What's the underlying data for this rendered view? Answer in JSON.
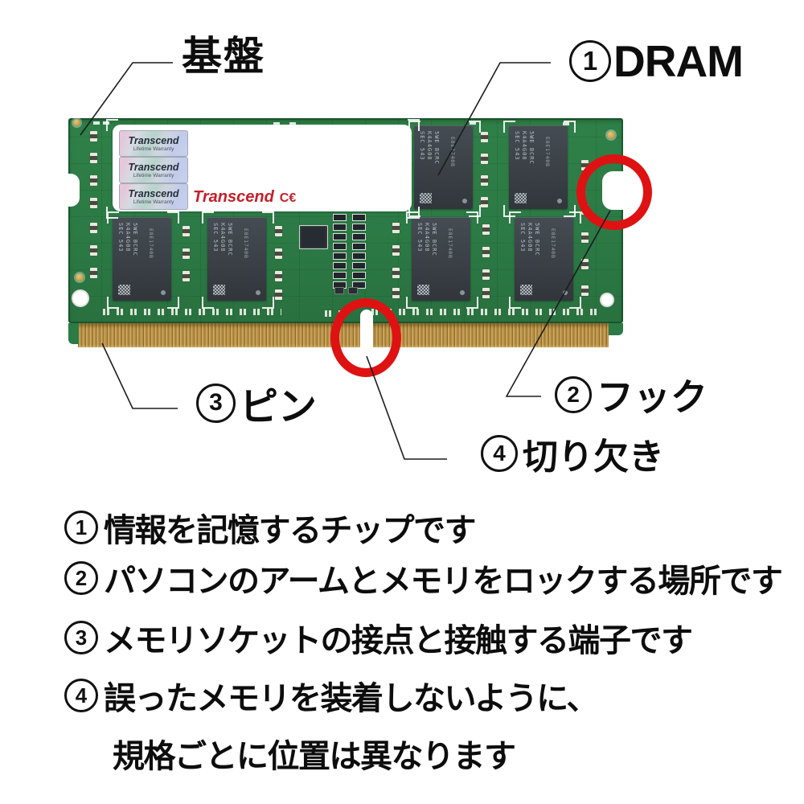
{
  "title_labels": {
    "board": {
      "text": "基盤"
    },
    "dram": {
      "num": "1",
      "text": "DRAM"
    },
    "hook": {
      "num": "2",
      "text": "フック"
    },
    "pin": {
      "num": "3",
      "text": "ピン"
    },
    "notch": {
      "num": "4",
      "text": "切り欠き"
    }
  },
  "descriptions": [
    {
      "num": "1",
      "text": "情報を記憶するチップです"
    },
    {
      "num": "2",
      "text": "パソコンのアームとメモリをロックする場所です"
    },
    {
      "num": "3",
      "text": "メモリソケットの接点と接触する端子です"
    },
    {
      "num": "4",
      "text": "誤ったメモリを装着しないように、"
    },
    {
      "num": "",
      "text": "規格ごとに位置は異なります"
    }
  ],
  "module": {
    "brand_logo": "Transcend",
    "ce_mark": "C€",
    "sticker_brand": "Transcend",
    "sticker_sub": "Lifetime Warranty",
    "sticker_count": 3,
    "chip_marking": [
      "SEC 543",
      "K4A4G08",
      "5WE BCRC"
    ],
    "chip_side_code": "E8E1740B"
  },
  "colors": {
    "pcb_green": "#2f8048",
    "chip_dark": "#31363b",
    "pin_gold": "#c9a45a",
    "highlight_red": "#de1212",
    "logo_red": "#c41f2a"
  }
}
